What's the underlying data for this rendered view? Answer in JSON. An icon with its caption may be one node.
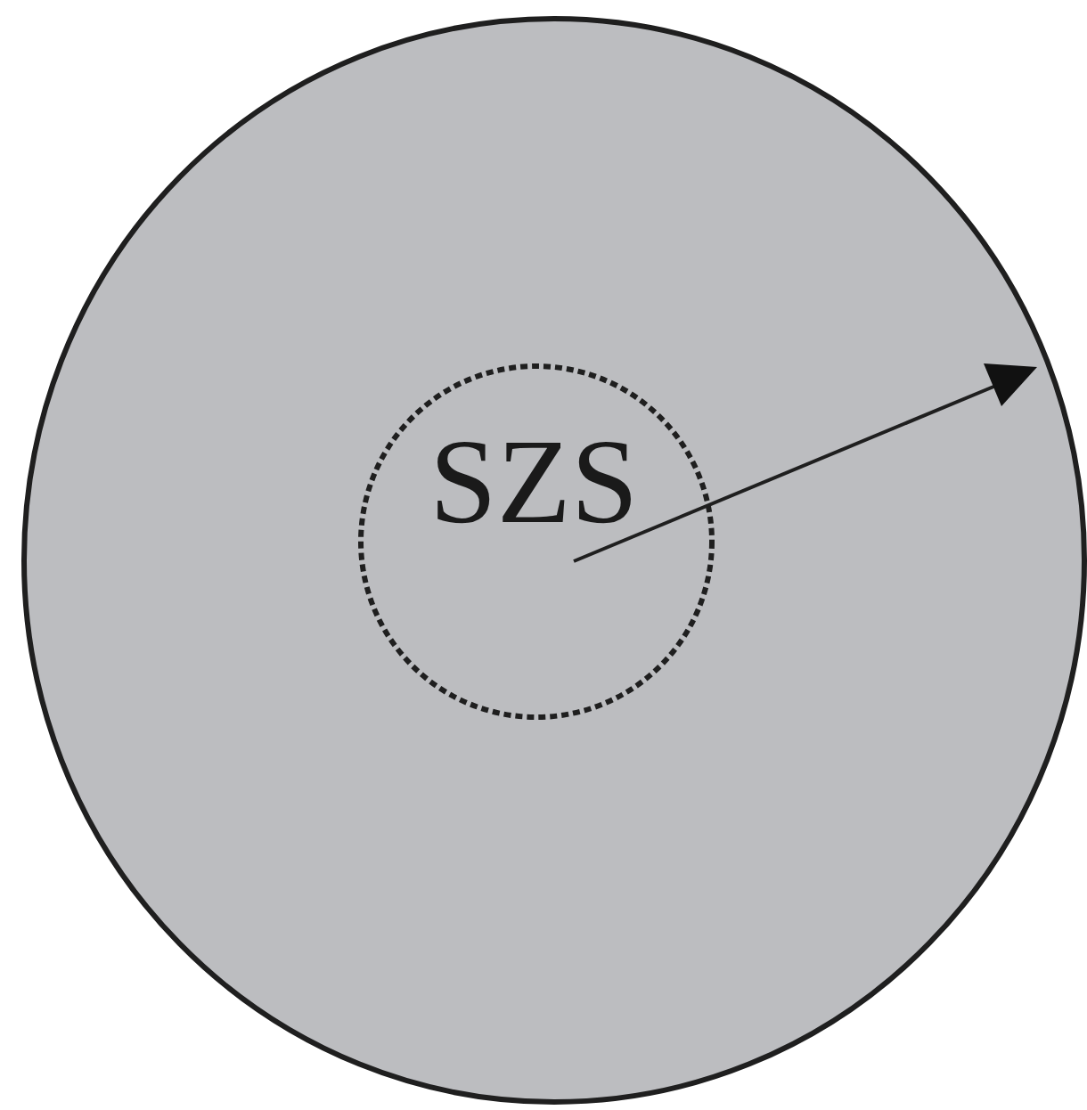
{
  "diagram": {
    "nodes": [
      {
        "text": [],
        "shape": "circle"
      },
      {
        "text": [
          "SZS"
        ],
        "in": 0
      }
    ]
  }
}
